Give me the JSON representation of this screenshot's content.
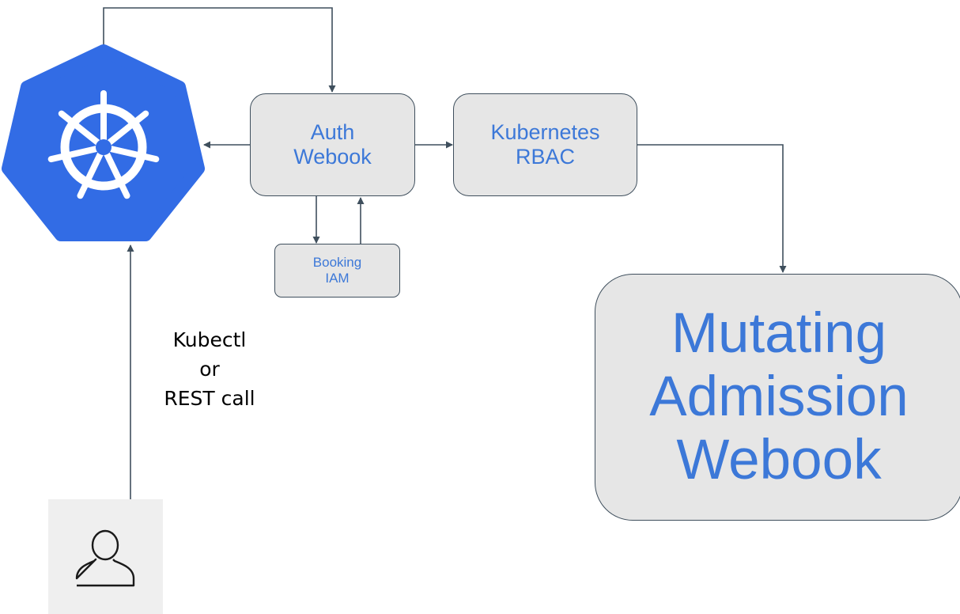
{
  "colors": {
    "node_text": "#3c78d8",
    "k8s_blue": "#326ce5",
    "connector": "#3f4f5d"
  },
  "nodes": {
    "auth_webhook": {
      "lines": [
        "Auth",
        "Webook"
      ]
    },
    "kubernetes_rbac": {
      "lines": [
        "Kubernetes",
        "RBAC"
      ]
    },
    "booking_iam": {
      "lines": [
        "Booking",
        "IAM"
      ]
    },
    "mutating_admission_webhook": {
      "lines": [
        "Mutating",
        "Admission",
        "Webook"
      ]
    }
  },
  "client_label": {
    "lines": [
      "Kubectl",
      "or",
      "REST call"
    ]
  },
  "icons": {
    "kubernetes": "kubernetes-logo-icon",
    "user": "user-icon"
  }
}
